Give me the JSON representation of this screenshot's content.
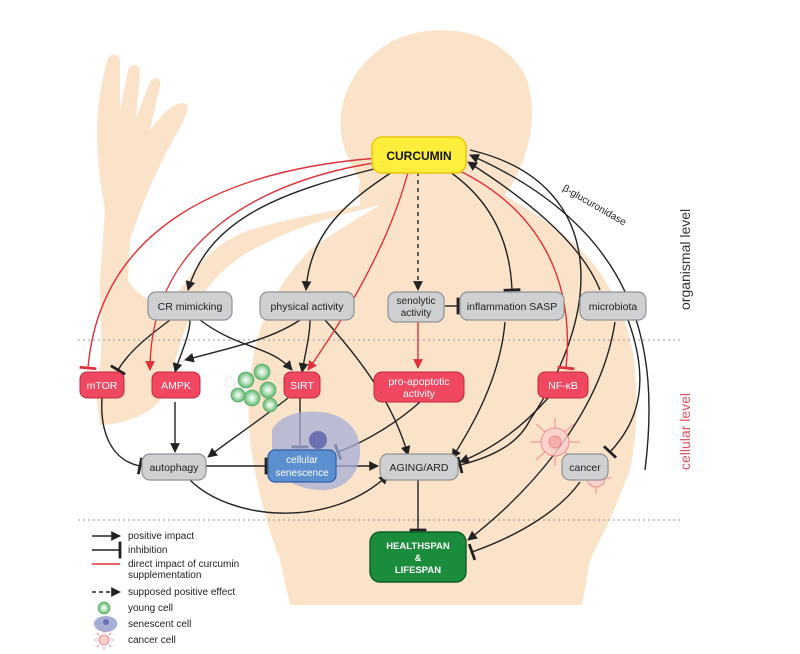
{
  "nodes": {
    "curcumin": "CURCUMIN",
    "cr_mimicking": "CR mimicking",
    "physical_activity": "physical activity",
    "senolytic_line1": "senolytic",
    "senolytic_line2": "activity",
    "inflammation": "inflammation SASP",
    "microbiota": "microbiota",
    "mtor": "mTOR",
    "ampk": "AMPK",
    "sirt": "SIRT",
    "pro_apoptotic_line1": "pro-apoptotic",
    "pro_apoptotic_line2": "activity",
    "nfkb": "NF-κB",
    "autophagy": "autophagy",
    "cellular_line1": "cellular",
    "cellular_line2": "senescence",
    "aging": "AGING/ARD",
    "cancer": "cancer",
    "healthspan_line1": "HEALTHSPAN",
    "healthspan_line2": "&",
    "healthspan_line3": "LIFESPAN"
  },
  "edge_labels": {
    "glucuronidase": "β-glucuronidase"
  },
  "levels": {
    "organismal": "organismal level",
    "cellular": "cellular level"
  },
  "legend": {
    "positive": "positive impact",
    "inhibition": "inhibition",
    "direct_line1": "direct impact of curcumin",
    "direct_line2": "supplementation",
    "supposed": "supposed positive effect",
    "young": "young cell",
    "senescent": "senescent cell",
    "cancer_cell": "cancer cell"
  },
  "colors": {
    "black_arrow": "#222222",
    "red_arrow": "#e0303a",
    "gray_node": "#cfd0d2",
    "red_node": "#f04860",
    "yellow_node": "#ffef3c",
    "blue_node": "#5b8fd0",
    "green_node": "#1a8c3c",
    "body_fill": "#fbe3c9",
    "cellular_label": "#e05060",
    "organismal_label": "#333333"
  }
}
